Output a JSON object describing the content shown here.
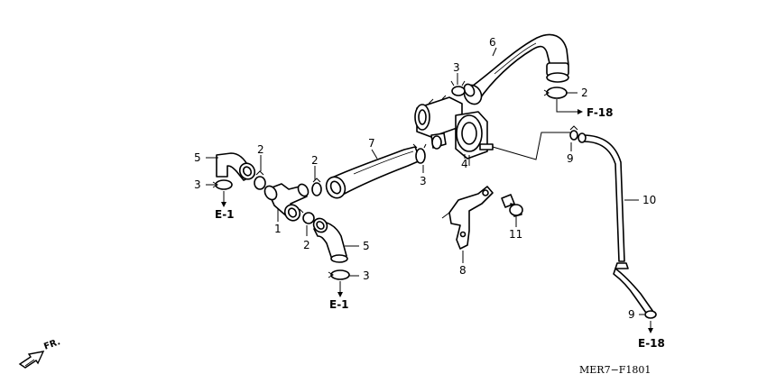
{
  "diagram": {
    "code": "MER7−F1801",
    "front_label": "FR.",
    "callouts": {
      "p1": "1",
      "p2_a": "2",
      "p2_b": "2",
      "p2_c": "2",
      "p2_d": "2",
      "p3_a": "3",
      "p3_b": "3",
      "p3_c": "3",
      "p3_d": "3",
      "p4": "4",
      "p5_a": "5",
      "p5_b": "5",
      "p6": "6",
      "p7": "7",
      "p8": "8",
      "p9_a": "9",
      "p9_b": "9",
      "p10": "10",
      "p11": "11"
    },
    "refs": {
      "e1_a": "E-1",
      "e1_b": "E-1",
      "f18": "F-18",
      "e18": "E-18"
    }
  }
}
